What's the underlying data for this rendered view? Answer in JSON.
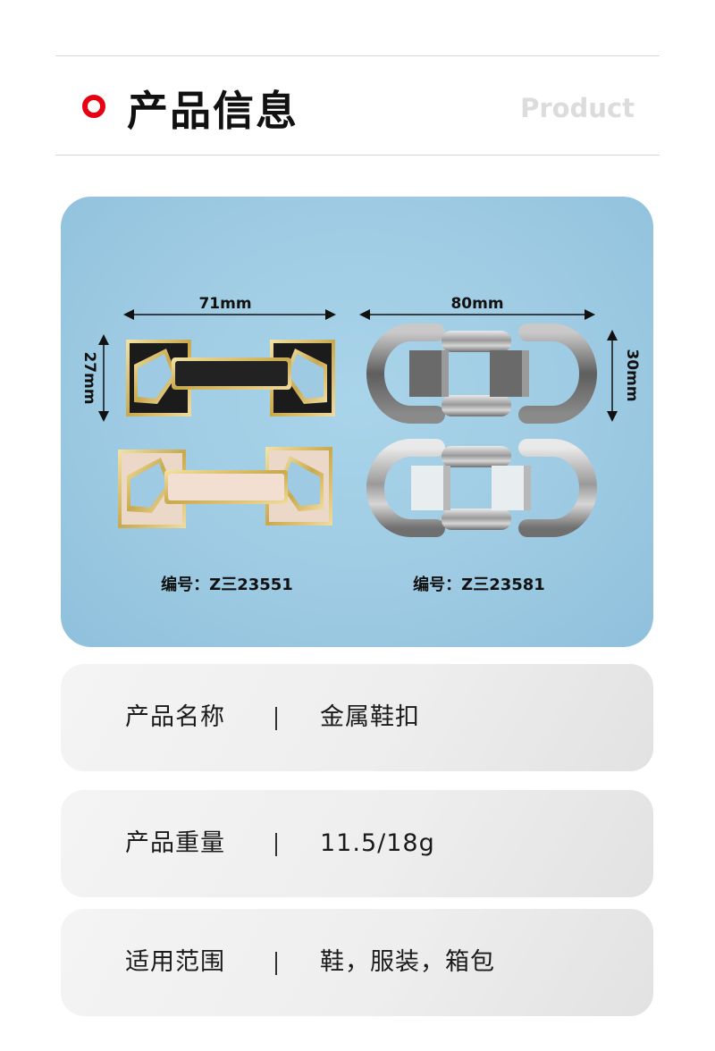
{
  "header": {
    "title": "产品信息",
    "subtitle": "Product",
    "accent_color": "#e60012"
  },
  "photo": {
    "left_item": {
      "width_label": "71mm",
      "height_label": "27mm",
      "code": "编号：Z三23551"
    },
    "right_item": {
      "width_label": "80mm",
      "height_label": "30mm",
      "code": "编号：Z三23581"
    }
  },
  "specs": [
    {
      "label": "产品名称",
      "value": "金属鞋扣"
    },
    {
      "label": "产品重量",
      "value": "11.5/18g"
    },
    {
      "label": "适用范围",
      "value": "鞋，服装，箱包"
    }
  ]
}
